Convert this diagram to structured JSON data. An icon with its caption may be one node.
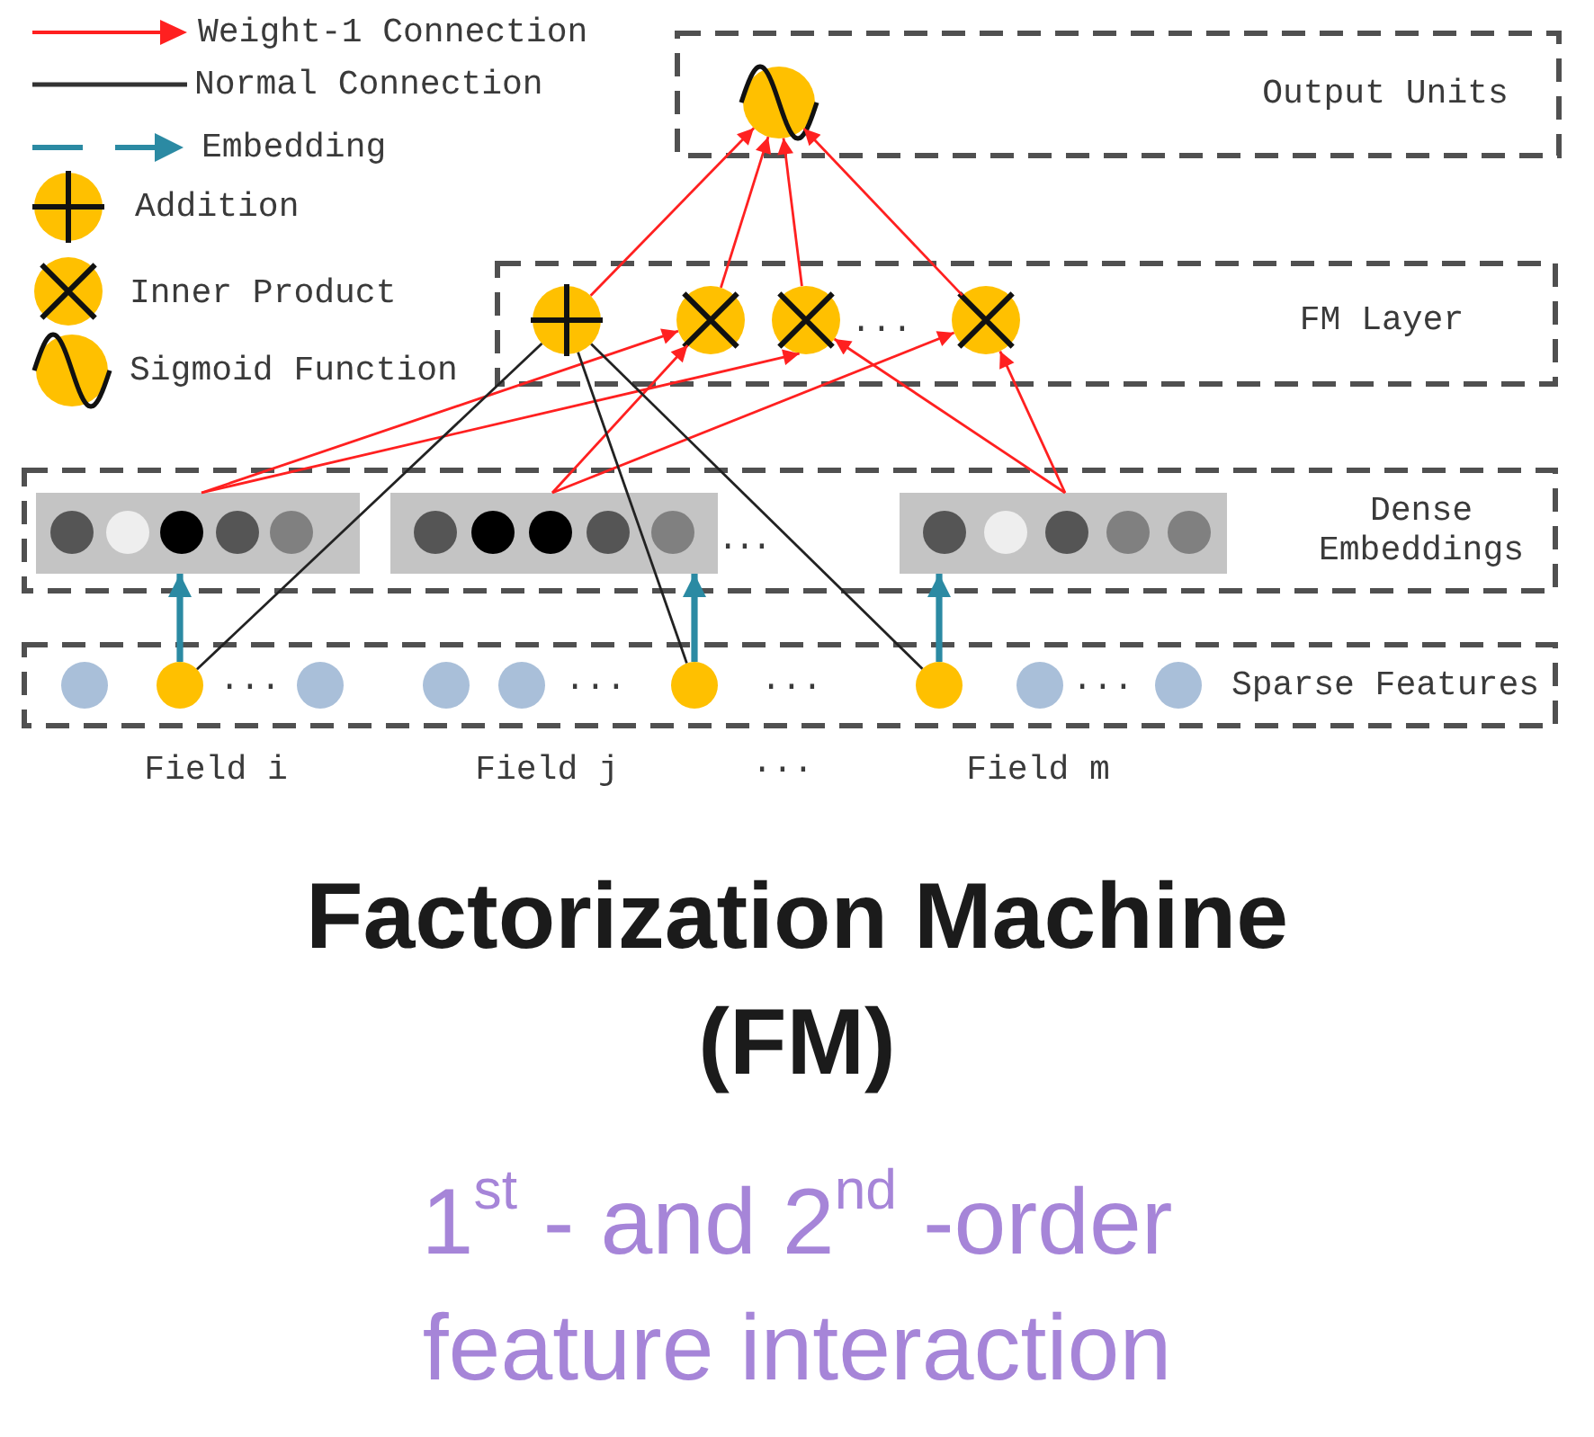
{
  "diagram": {
    "title": "Factorization Machine (FM)",
    "caption": "1$^{st}$ - and 2$^{nd}$ -order feature interaction",
    "nodes": [
      {
        "text": [
          "Output Units"
        ]
      },
      {
        "text": [],
        "shape": "circle",
        "in": 0
      },
      {
        "text": [
          "FM Layer"
        ]
      },
      {
        "text": [],
        "shape": "circle",
        "in": 2
      },
      {
        "text": [],
        "shape": "circle",
        "in": 2
      },
      {
        "text": [],
        "shape": "circle",
        "in": 2
      },
      {
        "text": [],
        "shape": "circle",
        "in": 2
      },
      {
        "text": [
          "Dense Embeddings"
        ]
      },
      {
        "text": [],
        "shape": "box",
        "in": 7
      },
      {
        "text": [],
        "shape": "circle",
        "in": 8
      },
      {
        "text": [],
        "shape": "circle",
        "in": 8
      },
      {
        "text": [],
        "shape": "circle",
        "in": 8
      },
      {
        "text": [],
        "shape": "circle",
        "in": 8
      },
      {
        "text": [],
        "shape": "circle",
        "in": 8
      },
      {
        "text": [],
        "shape": "box",
        "in": 7
      },
      {
        "text": [],
        "shape": "circle",
        "in": 14
      },
      {
        "text": [],
        "shape": "circle",
        "in": 14
      },
      {
        "text": [],
        "shape": "circle",
        "in": 14
      },
      {
        "text": [],
        "shape": "circle",
        "in": 14
      },
      {
        "text": [],
        "shape": "circle",
        "in": 14
      },
      {
        "text": [],
        "shape": "box",
        "in": 7
      },
      {
        "text": [],
        "shape": "circle",
        "in": 20
      },
      {
        "text": [],
        "shape": "circle",
        "in": 20
      },
      {
        "text": [],
        "shape": "circle",
        "in": 20
      },
      {
        "text": [],
        "shape": "circle",
        "in": 20
      },
      {
        "text": [],
        "shape": "circle",
        "in": 20
      },
      {
        "text": [
          "Sparse Features"
        ]
      },
      {
        "text": [],
        "shape": "circle",
        "in": 26
      },
      {
        "text": [],
        "shape": "circle",
        "in": 26
      },
      {
        "text": [],
        "shape": "circle",
        "in": 26
      },
      {
        "text": [],
        "shape": "circle",
        "in": 26
      },
      {
        "text": [],
        "shape": "circle",
        "in": 26
      },
      {
        "text": [],
        "shape": "circle",
        "in": 26
      },
      {
        "text": [],
        "shape": "circle",
        "in": 26
      },
      {
        "text": [],
        "shape": "circle",
        "in": 26
      },
      {
        "text": [],
        "shape": "circle",
        "in": 26
      }
    ],
    "edges": [
      {
        "from": 3,
        "to": 1,
        "arrow": "to"
      },
      {
        "from": 4,
        "to": 1,
        "arrow": "to"
      },
      {
        "from": 5,
        "to": 1,
        "arrow": "to"
      },
      {
        "from": 6,
        "to": 1,
        "arrow": "to"
      },
      {
        "from": 8,
        "to": 4,
        "arrow": "to"
      },
      {
        "from": 8,
        "to": 5,
        "arrow": "to"
      },
      {
        "from": 14,
        "to": 4,
        "arrow": "to"
      },
      {
        "from": 14,
        "to": 6,
        "arrow": "to"
      },
      {
        "from": 20,
        "to": 5,
        "arrow": "to"
      },
      {
        "from": 20,
        "to": 6,
        "arrow": "to"
      },
      {
        "from": 28,
        "to": 3,
        "arrow": "none",
        "color": "#222222"
      },
      {
        "from": 32,
        "to": 3,
        "arrow": "none",
        "color": "#222222"
      },
      {
        "from": 33,
        "to": 3,
        "arrow": "none",
        "color": "#222222"
      },
      {
        "from": 28,
        "to": 8,
        "arrow": "to",
        "style": "thick",
        "color": "#2b8aa3"
      },
      {
        "from": 32,
        "to": 14,
        "arrow": "to",
        "style": "thick",
        "color": "#2b8aa3"
      },
      {
        "from": 33,
        "to": 20,
        "arrow": "to",
        "style": "thick",
        "color": "#2b8aa3"
      }
    ],
    "labels": [
      "...",
      "...",
      "...",
      "...",
      "...",
      "...",
      "Field i",
      "Field j",
      "...",
      "Field m"
    ],
    "legend": [
      {
        "text": "Weight-1 Connection"
      },
      {
        "text": "Normal Connection"
      },
      {
        "text": "Embedding"
      },
      {
        "text": "Addition"
      },
      {
        "text": "Inner Product"
      },
      {
        "text": "Sigmoid Function"
      }
    ]
  }
}
